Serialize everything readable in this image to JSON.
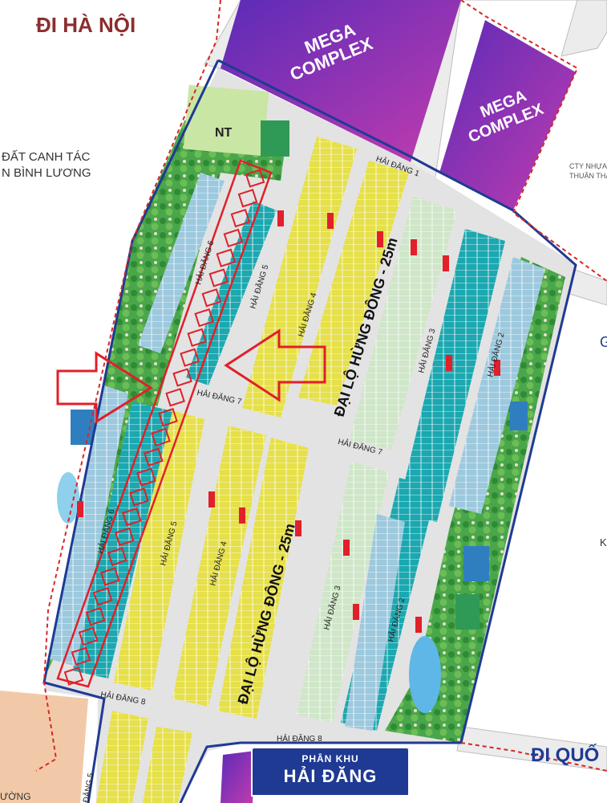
{
  "labels": {
    "di_ha_noi": "ĐI HÀ NỘI",
    "di_quoc": "ĐI QUỐ",
    "mega_complex_1_line1": "MEGA",
    "mega_complex_1_line2": "COMPLEX",
    "mega_complex_2_line1": "MEGA",
    "mega_complex_2_line2": "COMPLEX",
    "dat_canh_tac_line1": "ĐẤT CANH TÁC",
    "dat_canh_tac_line2": "N BÌNH LƯƠNG",
    "cty_line1": "CTY NHỰA",
    "cty_line2": "THUẬN THÀN",
    "nt": "NT",
    "dai_lo_1": "ĐẠI LỘ HỪNG ĐÔNG - 25m",
    "dai_lo_2": "ĐẠI LỘ HỪNG ĐÔNG - 25m",
    "hai_dang_1": "HẢI ĐĂNG 1",
    "hai_dang_2_top": "HẢI ĐĂNG 2",
    "hai_dang_2_bottom": "HẢI ĐĂNG 2",
    "hai_dang_3_top": "HẢI ĐĂNG 3",
    "hai_dang_3_bottom": "HẢI ĐĂNG 3",
    "hai_dang_4_top": "HẢI ĐĂNG 4",
    "hai_dang_4_bottom": "HẢI ĐĂNG 4",
    "hai_dang_5_top": "HẢI ĐĂNG 5",
    "hai_dang_5_bottom": "HẢI ĐĂNG 5",
    "hai_dang_5_corner": "ĐĂNG 5",
    "hai_dang_6_top": "HẢI ĐĂNG 6",
    "hai_dang_6_bottom": "HẢI ĐĂNG 6",
    "hai_dang_7_left": "HẢI ĐĂNG 7",
    "hai_dang_7_right": "HẢI ĐĂNG 7",
    "hai_dang_8_left": "HẢI ĐĂNG 8",
    "hai_dang_8_right": "HẢI ĐĂNG 8",
    "corner_k": "K",
    "corner_g": "G",
    "corner_bottom_left": "ƯỜNG"
  },
  "banner": {
    "subtitle": "PHÂN KHU",
    "title": "HẢI ĐĂNG"
  },
  "colors": {
    "yellow_lot": "#e6e04a",
    "teal_lot": "#1ba8b0",
    "lightblue_lot": "#9cc9de",
    "pale_lot": "#cfe6c8",
    "park_green": "#3f9e3f",
    "mega_purple": "#7a35c4",
    "boundary_navy": "#1f3a93",
    "highlight_red": "#e0202a",
    "title_maroon": "#8b2e2e"
  }
}
